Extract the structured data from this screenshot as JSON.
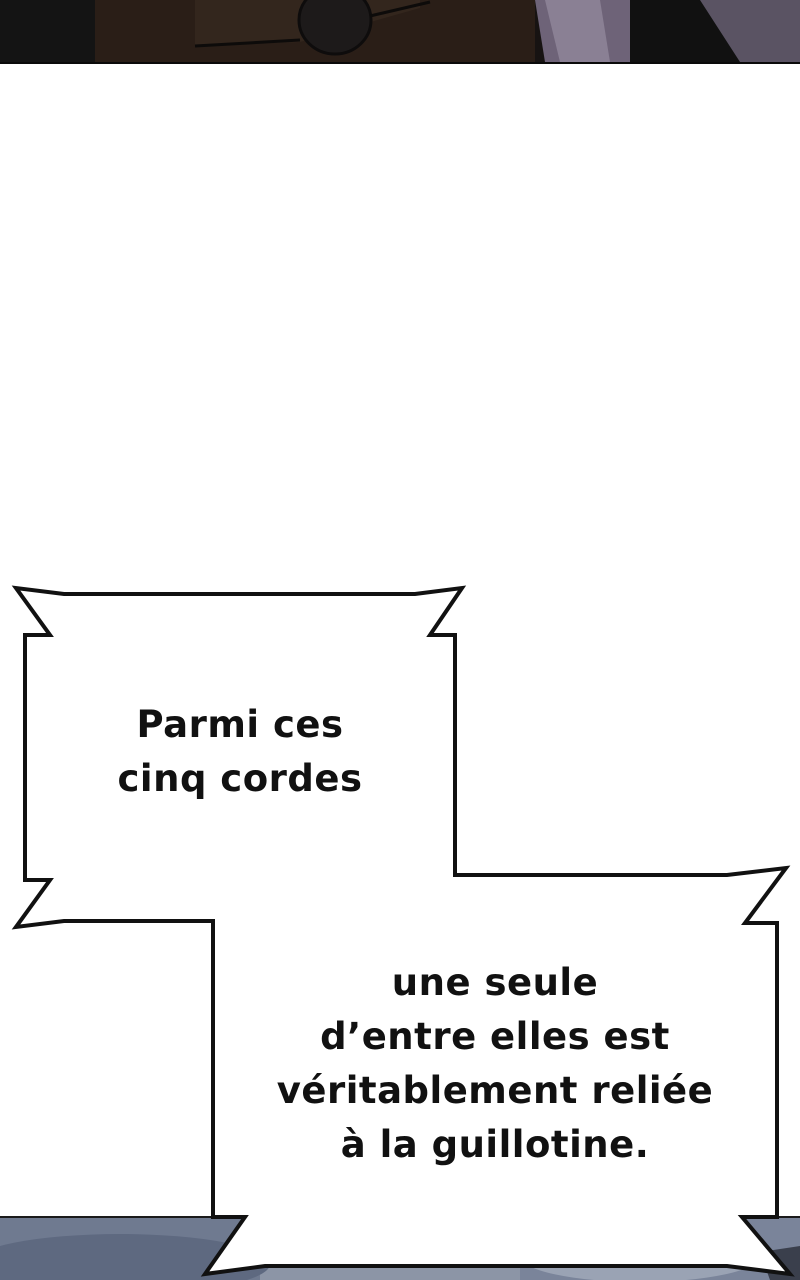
{
  "bubble_1": {
    "lines": [
      "Parmi ces",
      "cinq cordes"
    ]
  },
  "bubble_2": {
    "lines": [
      "une seule",
      "d’entre elles est",
      "véritablement reliée",
      "à la guillotine."
    ]
  },
  "colors": {
    "ink": "#111111",
    "bubble_fill": "#ffffff",
    "top_scene_dark": "#1c1614",
    "bottom_scene_blue": "#6f7a90"
  }
}
